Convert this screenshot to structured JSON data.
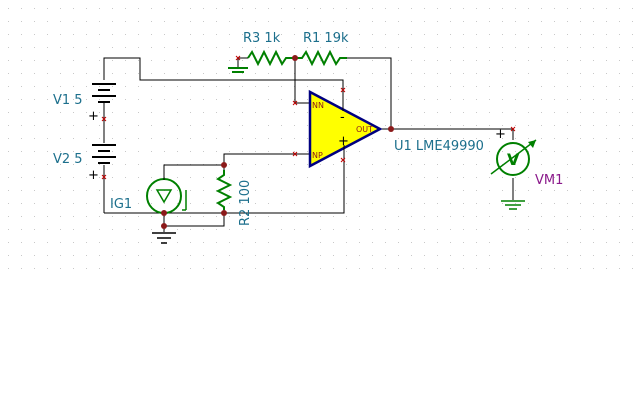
{
  "components": {
    "r3": {
      "label": "R3 1k"
    },
    "r1": {
      "label": "R1 19k"
    },
    "v1": {
      "label": "V1 5",
      "polarity": "+"
    },
    "v2": {
      "label": "V2 5",
      "polarity": "+"
    },
    "ig1": {
      "label": "IG1"
    },
    "r2": {
      "label": "R2 100"
    },
    "u1": {
      "label": "U1 LME49990",
      "pin_nn": "NN",
      "pin_np": "NP",
      "pin_out": "OUT",
      "minus": "-",
      "plus": "+"
    },
    "vm1": {
      "label": "VM1",
      "symbol": "V",
      "polarity": "+"
    }
  },
  "colors": {
    "wire": "#000000",
    "resistor": "#008000",
    "component": "#1a5e9a",
    "label": "#1c6f8c",
    "meter_label": "#8b1a8b",
    "opamp_fill": "#ffff00",
    "opamp_stroke": "#000080",
    "node": "#8b1a1a",
    "grid": "#c8c8c8"
  }
}
